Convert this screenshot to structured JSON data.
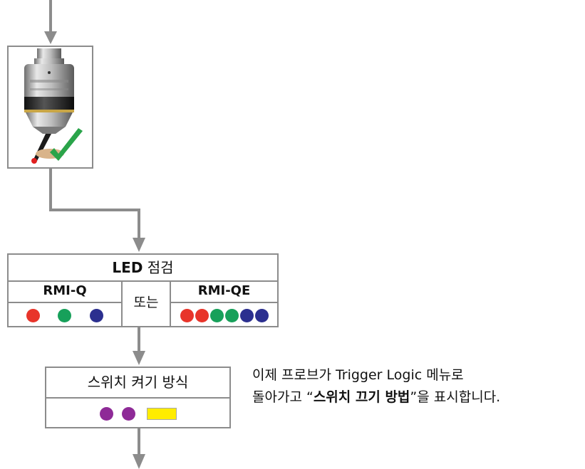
{
  "led_check": {
    "title_bold": "LED",
    "title_rest": " 점검",
    "rmi_q": {
      "label": "RMI-Q",
      "dots": [
        "#e8342a",
        "#17a05a",
        "#2b2f8f"
      ]
    },
    "or_label": "또는",
    "rmi_qe": {
      "label": "RMI-QE",
      "dots": [
        "#e8342a",
        "#e8342a",
        "#17a05a",
        "#17a05a",
        "#2b2f8f",
        "#2b2f8f"
      ]
    }
  },
  "switch_method": {
    "title": "스위치 켜기 방식",
    "dots": [
      "#8e2a97",
      "#8e2a97"
    ],
    "bar_color": "#ffec00"
  },
  "note": {
    "line1": "이제 프로브가 Trigger Logic 메뉴로",
    "line2_a": "돌아가고 “",
    "line2_bold": "스위치 끄기 방법",
    "line2_b": "”을 표시합니다."
  },
  "colors": {
    "border": "#8c8c8c",
    "arrow": "#8c8c8c",
    "check": "#2aa44a"
  },
  "icons": {
    "probe": "probe-image",
    "check": "check-icon"
  }
}
